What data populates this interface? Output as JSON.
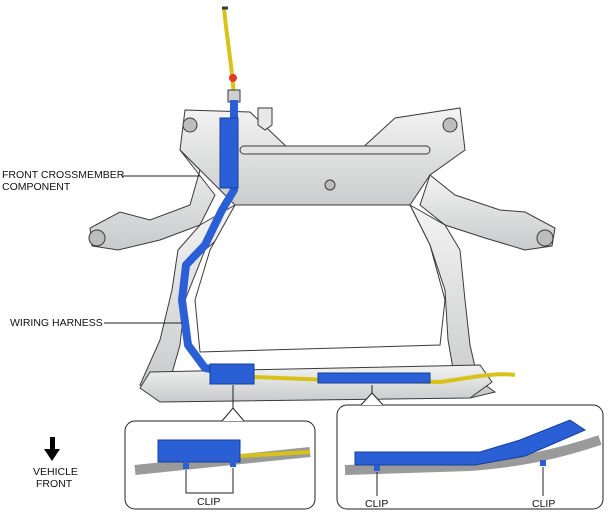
{
  "labels": {
    "front_crossmember_line1": "FRONT CROSSMEMBER",
    "front_crossmember_line2": "COMPONENT",
    "wiring_harness": "WIRING HARNESS",
    "vehicle_front_line1": "VEHICLE",
    "vehicle_front_line2": "FRONT",
    "clip_left_detail": "CLIP",
    "clip_right_detail_a": "CLIP",
    "clip_right_detail_b": "CLIP"
  },
  "colors": {
    "harness_blue": "#2a5fd6",
    "harness_blue_dark": "#173f9c",
    "wire_yellow": "#d8c218",
    "frame_gray": "#d9dadb",
    "frame_outline": "#3a3a3a",
    "marker_red": "#e23a2a"
  }
}
